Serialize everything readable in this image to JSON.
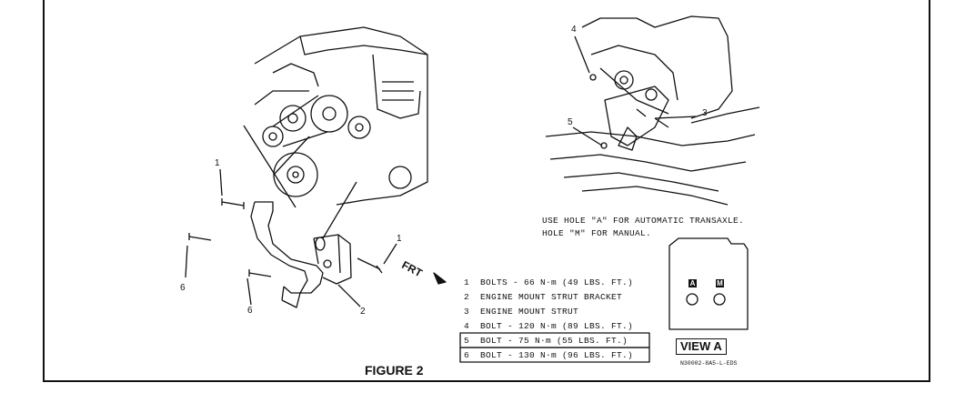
{
  "figure_title": "FIGURE 2",
  "frt_label": "FRT",
  "note": {
    "line1": "USE HOLE \"A\" FOR AUTOMATIC TRANSAXLE.",
    "line2": "HOLE \"M\" FOR MANUAL."
  },
  "legend": [
    {
      "num": "1",
      "text": "BOLTS - 66 N·m (49 LBS. FT.)",
      "boxed": false
    },
    {
      "num": "2",
      "text": "ENGINE MOUNT STRUT BRACKET",
      "boxed": false
    },
    {
      "num": "3",
      "text": "ENGINE MOUNT STRUT",
      "boxed": false
    },
    {
      "num": "4",
      "text": "BOLT - 120 N·m (89 LBS. FT.)",
      "boxed": false
    },
    {
      "num": "5",
      "text": "BOLT - 75 N·m (55 LBS. FT.)",
      "boxed": true
    },
    {
      "num": "6",
      "text": "BOLT - 130 N·m (96 LBS. FT.)",
      "boxed": true
    }
  ],
  "view_label": "VIEW A",
  "hole_labels": {
    "a": "A",
    "m": "M"
  },
  "image_code": "N30002-8A5-L-EDS",
  "callouts": {
    "left_1a": "1",
    "left_1b": "1",
    "left_6a": "6",
    "left_6b": "6",
    "left_2": "2",
    "top_4": "4",
    "top_3": "3",
    "top_5": "5"
  }
}
